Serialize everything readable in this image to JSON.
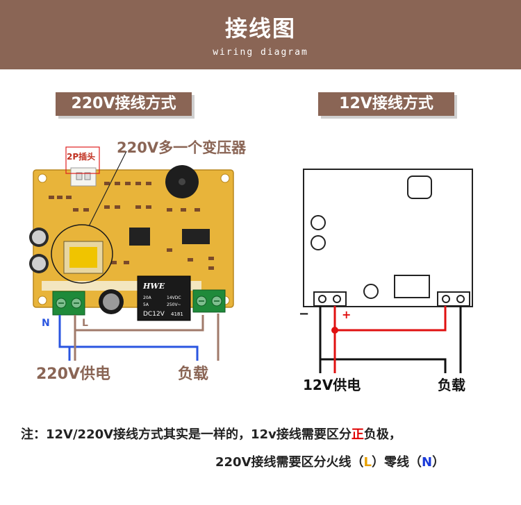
{
  "banner": {
    "title": "接线图",
    "subtitle": "wiring diagram"
  },
  "left_section": {
    "title": "220V接线方式",
    "plug_label": "2P插头",
    "transformer_label": "220V多一个变压器",
    "terminal_n": "N",
    "terminal_l": "L",
    "power_label": "220V供电",
    "load_label": "负载",
    "relay": {
      "brand": "HWE",
      "line1": "20A",
      "line2": "14VDC",
      "line3": "5A",
      "line4": "250V~",
      "model": "DC12V",
      "code": "4181"
    }
  },
  "right_section": {
    "title": "12V接线方式",
    "minus_label": "−",
    "plus_label": "+",
    "power_label": "12V供电",
    "load_label": "负载"
  },
  "note": {
    "line1_prefix": "注：12V/220V接线方式其实是一样的，12v接线需要区分",
    "line1_highlight": "正",
    "line1_suffix": "负极，",
    "line2_prefix": "220V接线需要区分火线（",
    "line2_l": "L",
    "line2_mid": "）零线（",
    "line2_n": "N",
    "line2_suffix": "）"
  },
  "colors": {
    "banner": "#8a6555",
    "board": "#e8b43a",
    "wire_blue": "#2a55e0",
    "wire_brown": "#a07a6a",
    "wire_red": "#e01010",
    "terminal_green": "#1f8a3a"
  }
}
